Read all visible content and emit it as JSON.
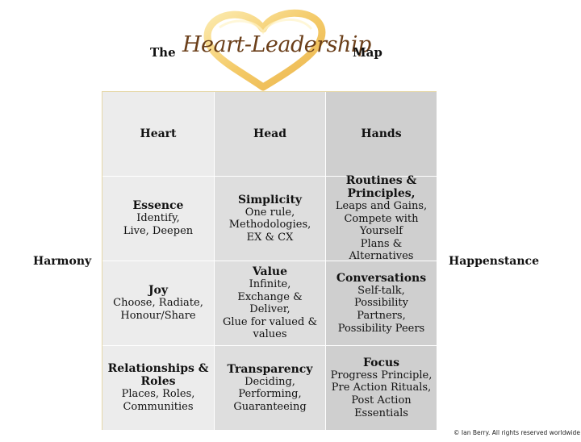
{
  "header": {
    "prefix": "The",
    "script_title": "Heart-Leadership",
    "suffix": "Map",
    "logo_icon": "heart-swirl-icon",
    "logo_color": "#f2c14e"
  },
  "side_labels": {
    "left": "Harmony",
    "right": "Happenstance"
  },
  "grid": {
    "columns": [
      "Heart",
      "Head",
      "Hands"
    ],
    "rows": [
      [
        {
          "title": "Essence",
          "lines": [
            "Identify,",
            "Live, Deepen"
          ]
        },
        {
          "title": "Simplicity",
          "lines": [
            "One rule,",
            "Methodologies,",
            "EX & CX"
          ]
        },
        {
          "title": "Routines & Principles,",
          "lines": [
            "Leaps and Gains,",
            "Compete with Yourself",
            "Plans & Alternatives"
          ]
        }
      ],
      [
        {
          "title": "Joy",
          "lines": [
            "Choose, Radiate,",
            "Honour/Share"
          ]
        },
        {
          "title": "Value",
          "lines": [
            "Infinite,",
            "Exchange & Deliver,",
            "Glue for valued & values"
          ]
        },
        {
          "title": "Conversations",
          "lines": [
            "Self-talk,",
            "Possibility Partners,",
            "Possibility Peers"
          ]
        }
      ],
      [
        {
          "title": "Relationships & Roles",
          "lines": [
            "Places, Roles,",
            "Communities"
          ]
        },
        {
          "title": "Transparency",
          "lines": [
            "Deciding,",
            "Performing,",
            "Guaranteeing"
          ]
        },
        {
          "title": "Focus",
          "lines": [
            "Progress Principle,",
            "Pre Action Rituals,",
            "Post Action Essentials"
          ]
        }
      ]
    ],
    "colors": {
      "col1": "#ececec",
      "col2": "#dedede",
      "col3": "#cfcfcf"
    }
  },
  "copyright": "© Ian Berry. All rights reserved worldwide"
}
